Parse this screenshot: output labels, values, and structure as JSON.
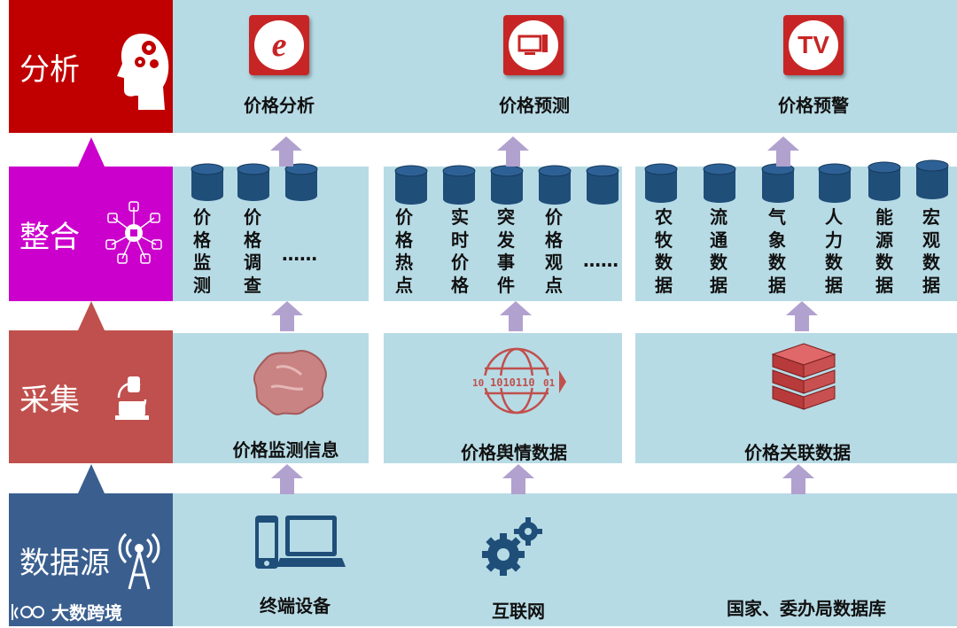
{
  "layers": {
    "analysis": {
      "label": "分析",
      "color": "#c00000"
    },
    "integration": {
      "label": "整合",
      "color": "#cc00cc"
    },
    "collection": {
      "label": "采集",
      "color": "#c0504d"
    },
    "source": {
      "label": "数据源",
      "color": "#3a5f8f"
    }
  },
  "analysis": {
    "items": [
      {
        "label": "价格分析",
        "icon": "ie-browser-icon"
      },
      {
        "label": "价格预测",
        "icon": "monitor-icon"
      },
      {
        "label": "价格预警",
        "icon": "tv-icon"
      }
    ]
  },
  "integration": {
    "group1": {
      "items": [
        "价格监测",
        "价格调查"
      ],
      "ellipsis": "……"
    },
    "group2": {
      "items": [
        "价格热点",
        "实时价格",
        "突发事件",
        "价格观点"
      ],
      "ellipsis": "……"
    },
    "group3": {
      "items": [
        "农牧数据",
        "流通数据",
        "气象数据",
        "人力数据",
        "能源数据",
        "宏观数据"
      ]
    }
  },
  "collection": {
    "items": [
      "价格监测信息",
      "价格舆情数据",
      "价格关联数据"
    ],
    "globe_text": [
      "10",
      "1010110",
      "01"
    ]
  },
  "source": {
    "items": [
      "终端设备",
      "互联网",
      "国家、委办局数据库"
    ]
  },
  "watermark": {
    "text": "大数跨境"
  },
  "colors": {
    "panel": "#b7dbe5",
    "cylinder": "#1f4e79",
    "arrow": "#b1a1cf"
  }
}
